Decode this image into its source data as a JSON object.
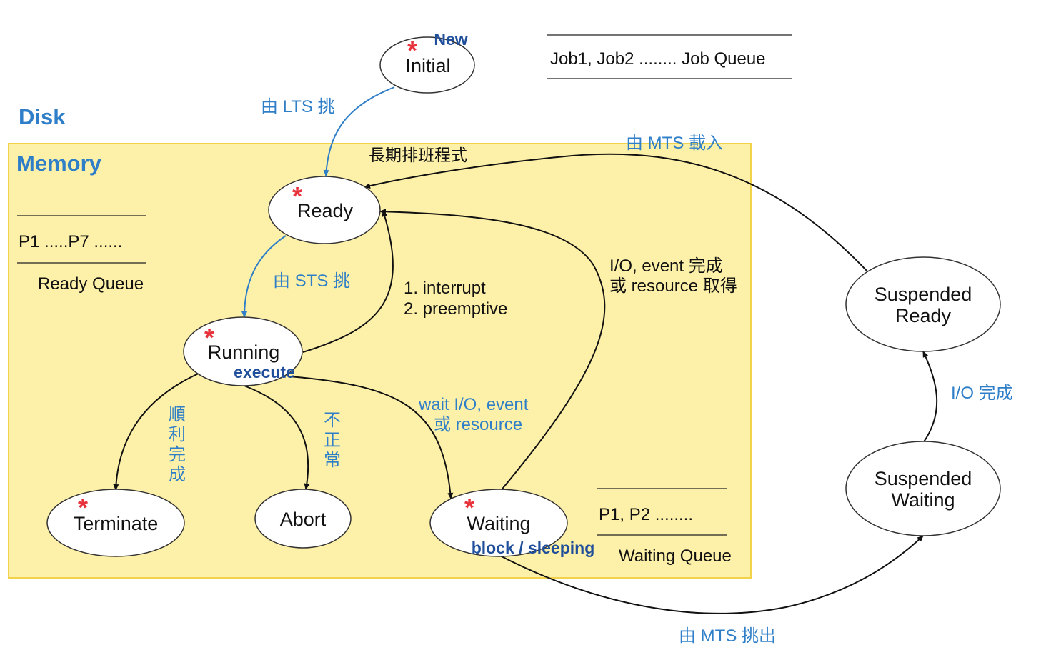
{
  "colors": {
    "memory_fill": "#fdf0a8",
    "memory_border": "#f2d24a",
    "region_label": "#2f7fc8",
    "edge_label_blue": "#2f7fc8",
    "sublabel_navy": "#1f4e9a",
    "star": "#e8323c"
  },
  "regions": {
    "disk": "Disk",
    "memory": "Memory"
  },
  "nodes": {
    "initial": {
      "label": "Initial",
      "sublabel": "New",
      "star": "*"
    },
    "ready": {
      "label": "Ready",
      "star": "*"
    },
    "running": {
      "label": "Running",
      "sublabel": "execute",
      "star": "*"
    },
    "terminate": {
      "label": "Terminate",
      "star": "*"
    },
    "abort": {
      "label": "Abort"
    },
    "waiting": {
      "label": "Waiting",
      "sublabel": "block / sleeping",
      "star": "*"
    },
    "suspended_ready": {
      "line1": "Suspended",
      "line2": "Ready"
    },
    "suspended_waiting": {
      "line1": "Suspended",
      "line2": "Waiting"
    }
  },
  "queues": {
    "job_queue": "Job1, Job2 ........ Job Queue",
    "ready_items": "P1 .....P7 ......",
    "ready_label": "Ready Queue",
    "waiting_items": "P1, P2 ........",
    "waiting_label": "Waiting Queue"
  },
  "edge_labels": {
    "lts": "由 LTS 挑",
    "long_term_scheduler": "長期排班程式",
    "mts_load": "由 MTS  載入",
    "sts": "由 STS 挑",
    "interrupt": "1. interrupt",
    "preemptive": "2. preemptive",
    "io_done_1": "I/O, event 完成",
    "io_done_2": "或 resource 取得",
    "wait_1": "wait I/O, event",
    "wait_2": "或 resource",
    "smooth_done": [
      "順",
      "利",
      "完",
      "成"
    ],
    "abnormal": [
      "不",
      "正",
      "常"
    ],
    "io_complete": "I/O 完成",
    "mts_swap_out": "由 MTS 挑出"
  }
}
